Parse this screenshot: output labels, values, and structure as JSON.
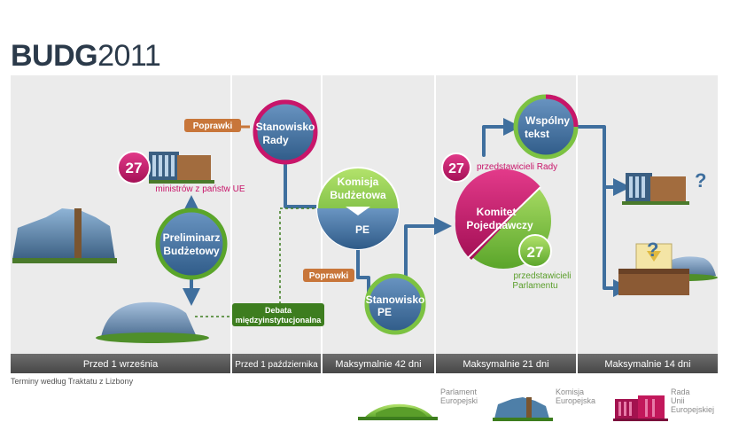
{
  "header": {
    "title_bold": "BUDG",
    "title_year": "2011"
  },
  "phases": [
    "Przed 1 września",
    "Przed 1 października",
    "Maksymalnie 42 dni",
    "Maksymalnie 21 dni",
    "Maksymalnie 14 dni"
  ],
  "nodes": {
    "preliminarz": [
      "Preliminarz",
      "Budżetowy"
    ],
    "stanowisko_rady": [
      "Stanowisko",
      "Rady"
    ],
    "komisja_budzetowa": [
      "Komisja",
      "Budżetowa"
    ],
    "pe_label": "PE",
    "stanowisko_pe": [
      "Stanowisko",
      "PE"
    ],
    "komitet": [
      "Komitet",
      "Pojednawczy"
    ],
    "wspolny_tekst": [
      "Wspólny",
      "tekst"
    ]
  },
  "badges": {
    "ministers_count": "27",
    "ministers_label": "ministrów z państw UE",
    "council_reps_count": "27",
    "council_reps_label": "przedstawicieli Rady",
    "parliament_reps_count": "27",
    "parliament_reps_label": [
      "przedstawicieli",
      "Parlamentu"
    ]
  },
  "tags": {
    "poprawki_1": "Poprawki",
    "poprawki_2": "Poprawki",
    "debata": [
      "Debata",
      "międzyinstytucjonalna"
    ]
  },
  "question_marks": [
    "?",
    "?"
  ],
  "footnote": "Terminy według Traktatu z Lizbony",
  "legend": [
    {
      "label": [
        "Parlament",
        "Europejski"
      ],
      "icon": "parliament-icon",
      "color": "#6fbf3a"
    },
    {
      "label": [
        "Komisja",
        "Europejska"
      ],
      "icon": "commission-icon",
      "color": "#4e7fa8"
    },
    {
      "label": [
        "Rada",
        "Unii",
        "Europejskiej"
      ],
      "icon": "council-icon",
      "color": "#c2185b"
    }
  ],
  "colors": {
    "blue": "#3f6f9e",
    "green": "#7cc242",
    "magenta": "#c8156a",
    "orange": "#c8763a",
    "dark_green": "#3d7d1f",
    "panel": "#ebebeb",
    "bar": "#5a5a5a"
  }
}
